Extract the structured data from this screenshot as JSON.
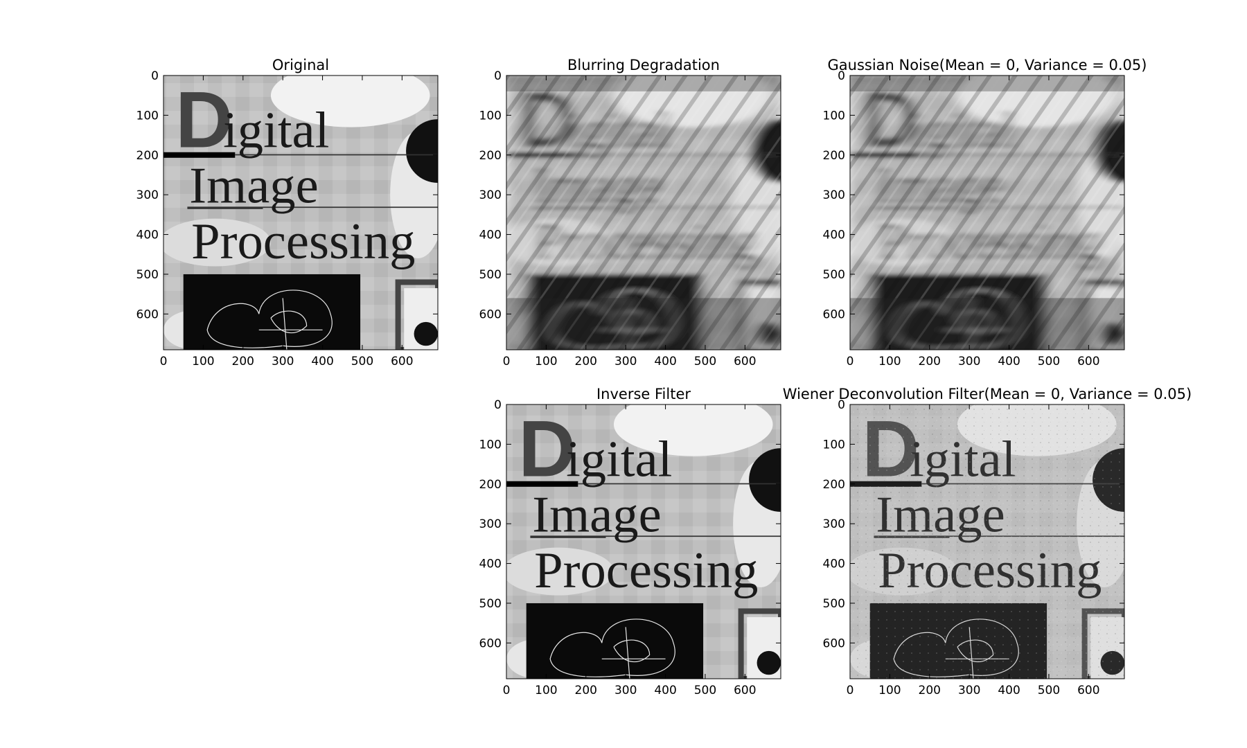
{
  "figure": {
    "background": "#ffffff",
    "panels": [
      {
        "id": "original",
        "title": "Original",
        "image_style": "clean",
        "x_ticks": [
          "0",
          "100",
          "200",
          "300",
          "400",
          "500",
          "600"
        ],
        "y_ticks": [
          "0",
          "100",
          "200",
          "300",
          "400",
          "500",
          "600"
        ]
      },
      {
        "id": "blurred",
        "title": "Blurring Degradation",
        "image_style": "motion-blur",
        "x_ticks": [
          "0",
          "100",
          "200",
          "300",
          "400",
          "500",
          "600"
        ],
        "y_ticks": [
          "0",
          "100",
          "200",
          "300",
          "400",
          "500",
          "600"
        ]
      },
      {
        "id": "noisy",
        "title": "Gaussian Noise(Mean = 0, Variance = 0.05)",
        "image_style": "motion-blur",
        "x_ticks": [
          "0",
          "100",
          "200",
          "300",
          "400",
          "500",
          "600"
        ],
        "y_ticks": [
          "0",
          "100",
          "200",
          "300",
          "400",
          "500",
          "600"
        ]
      },
      {
        "id": "inverse",
        "title": "Inverse Filter",
        "image_style": "clean",
        "x_ticks": [
          "0",
          "100",
          "200",
          "300",
          "400",
          "500",
          "600"
        ],
        "y_ticks": [
          "0",
          "100",
          "200",
          "300",
          "400",
          "500",
          "600"
        ]
      },
      {
        "id": "wiener",
        "title": "Wiener Deconvolution Filter(Mean = 0, Variance = 0.05)",
        "image_style": "restored-noisy",
        "x_ticks": [
          "0",
          "100",
          "200",
          "300",
          "400",
          "500",
          "600"
        ],
        "y_ticks": [
          "0",
          "100",
          "200",
          "300",
          "400",
          "500",
          "600"
        ]
      }
    ],
    "image_content": {
      "heading_line_1": "igital",
      "heading_initial": "D",
      "heading_line_2": "Image",
      "heading_line_3": "Processing"
    }
  }
}
